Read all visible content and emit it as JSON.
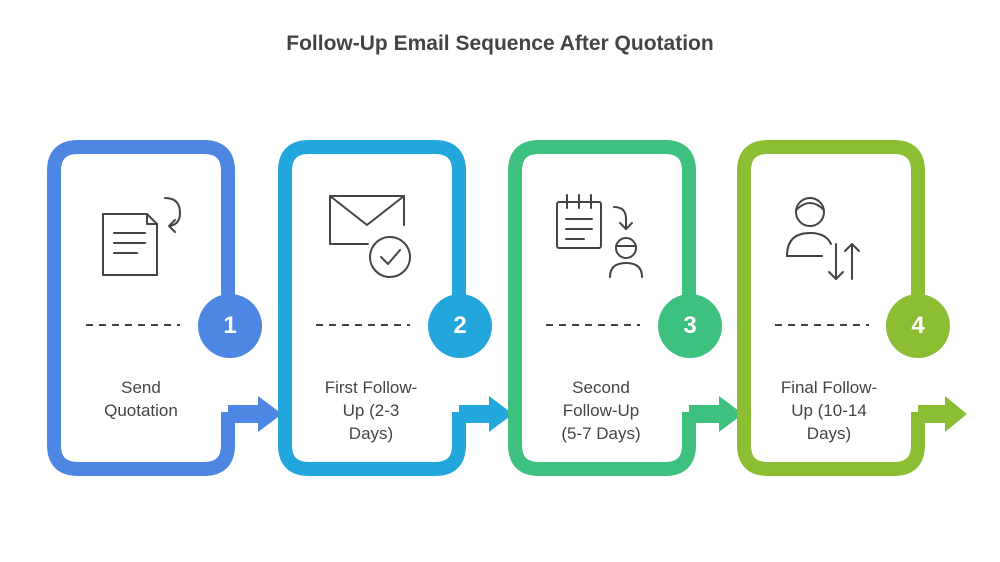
{
  "title": "Follow-Up Email Sequence After Quotation",
  "steps": [
    {
      "number": "1",
      "label": "Send\nQuotation",
      "color": "#4E86E4",
      "icon": "document-send-icon"
    },
    {
      "number": "2",
      "label": "First Follow-\nUp (2-3\nDays)",
      "color": "#22A6DC",
      "icon": "email-check-icon"
    },
    {
      "number": "3",
      "label": "Second\nFollow-Up\n(5-7 Days)",
      "color": "#3EC07F",
      "icon": "calendar-person-icon"
    },
    {
      "number": "4",
      "label": "Final Follow-\nUp (10-14\nDays)",
      "color": "#8CBE34",
      "icon": "person-exchange-icon"
    }
  ]
}
